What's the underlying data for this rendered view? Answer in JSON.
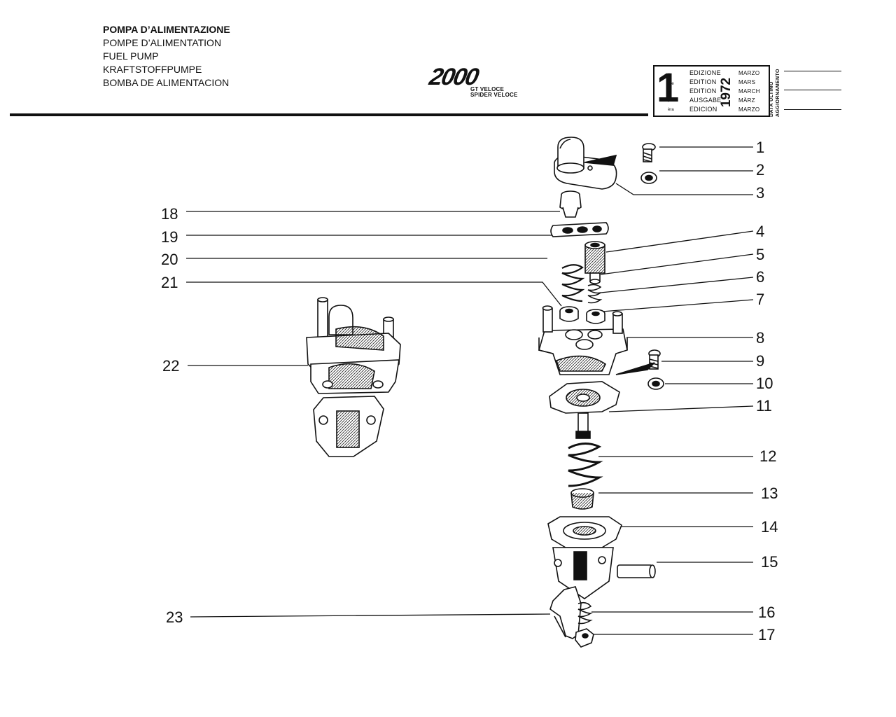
{
  "header": {
    "titles": [
      "POMPA D’ALIMENTAZIONE",
      "POMPE D’ALIMENTATION",
      "FUEL PUMP",
      "KRAFTSTOFFPUMPE",
      "BOMBA DE ALIMENTACION"
    ],
    "model": "2000",
    "model_variants": [
      "GT VELOCE",
      "SPIDER VELOCE"
    ]
  },
  "edition": {
    "number": "1",
    "suffixes": [
      "a",
      "ère",
      "st",
      ".",
      "èra"
    ],
    "words": [
      "EDIZIONE",
      "EDITION",
      "EDITION",
      "AUSGABE",
      "EDICION"
    ],
    "year": "1972",
    "months": [
      "MARZO",
      "MARS",
      "MARCH",
      "MÄRZ",
      "MARZO"
    ],
    "last_update_label_1": "DATA ULTIMO",
    "last_update_label_2": "AGGIORNAMENTO"
  },
  "callouts": {
    "right": [
      "1",
      "2",
      "3",
      "4",
      "5",
      "6",
      "7",
      "8",
      "9",
      "10",
      "11",
      "12",
      "13",
      "14",
      "15",
      "16",
      "17"
    ],
    "left": [
      "18",
      "19",
      "20",
      "21",
      "22",
      "23"
    ]
  }
}
